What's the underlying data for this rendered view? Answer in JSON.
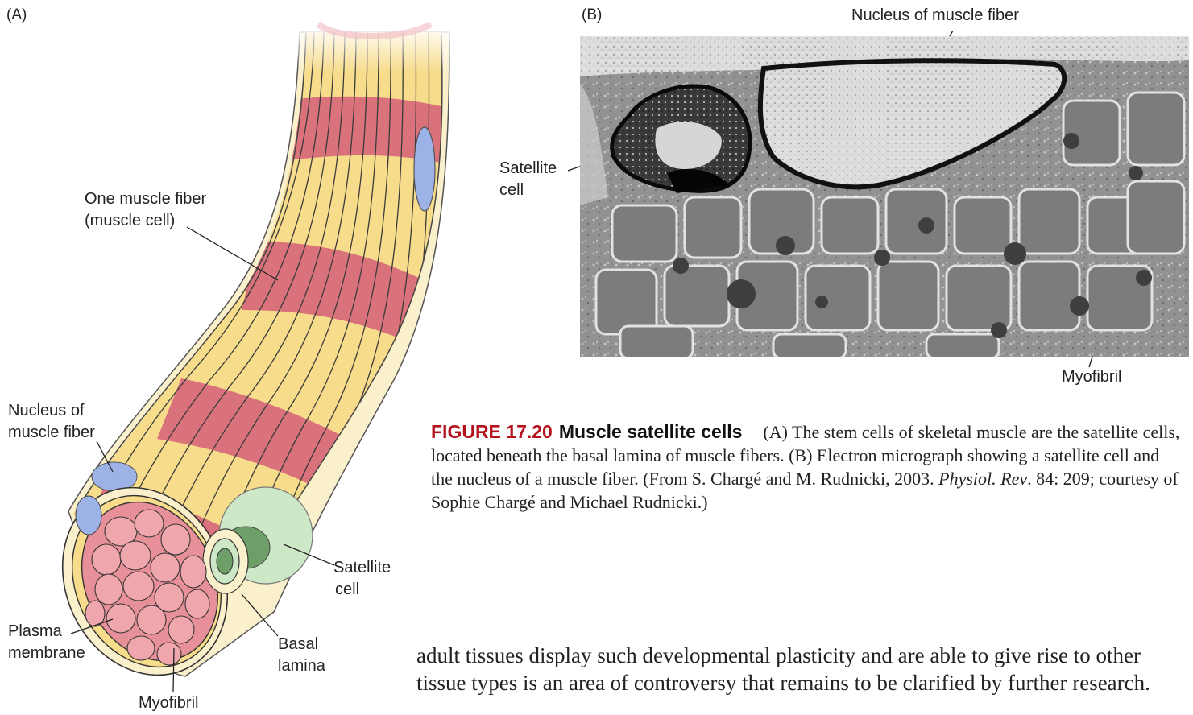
{
  "panel_a": {
    "label": "(A)",
    "labels": {
      "muscle_fiber": [
        "One muscle fiber",
        "(muscle cell)"
      ],
      "nucleus": [
        "Nucleus of",
        "muscle fiber"
      ],
      "satellite": [
        "Satellite",
        "cell"
      ],
      "plasma": [
        "Plasma",
        "membrane"
      ],
      "basal": [
        "Basal",
        "lamina"
      ],
      "myofibril": "Myofibril"
    }
  },
  "panel_b": {
    "label": "(B)",
    "labels": {
      "nucleus": "Nucleus of muscle fiber",
      "satellite": [
        "Satellite",
        "cell"
      ],
      "myofibril": "Myofibril"
    }
  },
  "caption": {
    "figure_number": "FIGURE 17.20",
    "title": "Muscle satellite cells",
    "text_1": "(A) The stem cells of skeletal muscle are the satellite cells, located beneath the basal lamina of muscle fibers. (B) Electron micrograph showing a satellite cell and the nucleus of a muscle fiber. (From S. Chargé and M. Rudnicki, 2003. ",
    "journal": "Physiol. Rev",
    "text_2": ". 84: 209; courtesy of Sophie Chargé and Michael Rudnicki.)"
  },
  "body_text": "adult tissues display such developmental plasticity and are able to give rise to other tissue types is an area of controversy that remains to be clarified by further research.",
  "colors": {
    "red_band": "#d9727a",
    "yellow_band": "#f7dc8c",
    "nucleus_blue": "#9db3e8",
    "satellite_green": "#cde8c6",
    "satellite_dark": "#6f9f68",
    "myofibril_pink": "#e8909a",
    "accent_red": "#b5121b"
  }
}
